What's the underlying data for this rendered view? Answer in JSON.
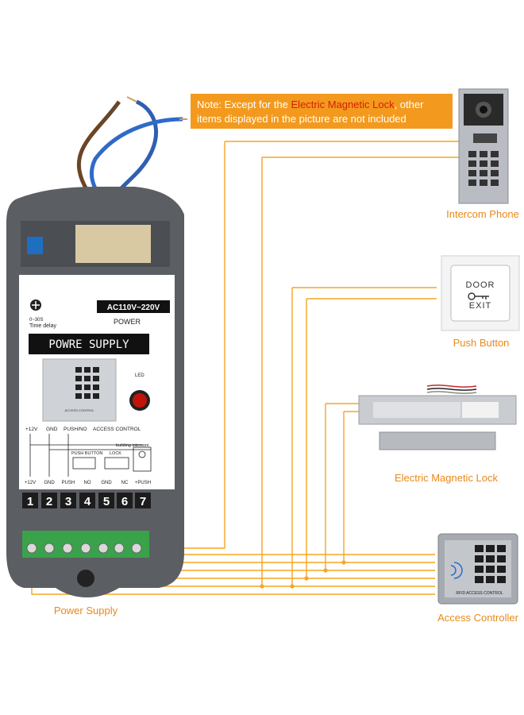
{
  "note": {
    "prefix": "Note: Except for the ",
    "highlight": "Electric Magnetic Lock",
    "suffix": ", other",
    "line2": "items displayed in the picture are not included"
  },
  "components": {
    "intercom": "Intercom Phone",
    "push_button": "Push Button",
    "lock": "Electric Magnetic Lock",
    "access_controller": "Access Controller",
    "power_supply": "Power Supply"
  },
  "psu": {
    "voltage": "AC110V~220V",
    "power": "POWER",
    "time_delay_range": "0~30S",
    "time_delay": "Time delay",
    "title": "POWRE SUPPLY",
    "led": "LED",
    "access_control": "ACCESS CONTROL",
    "keypad_caption": "ACCESS CONTROL",
    "building_intercom": "building intercom",
    "push_button": "PUSH BUTTON",
    "lock": "LOCK",
    "top_labels": [
      "+12V",
      "GND",
      "PUSH/NO",
      "ACCESS CONTROL"
    ],
    "bottom_labels": [
      "+12V",
      "GND",
      "PUSH",
      "NO",
      "GND",
      "NC",
      "+PUSH"
    ],
    "terminals": [
      "1",
      "2",
      "3",
      "4",
      "5",
      "6",
      "7"
    ]
  },
  "push_button_device": {
    "line1": "DOOR",
    "line2": "EXIT"
  },
  "access_device": {
    "caption": "RFID ACCESS CONTROL"
  },
  "colors": {
    "wire": "#f5a623",
    "note_bg": "#f39a1e",
    "note_highlight": "#d81e05",
    "label": "#e8891a",
    "psu_body": "#5b5e63"
  }
}
